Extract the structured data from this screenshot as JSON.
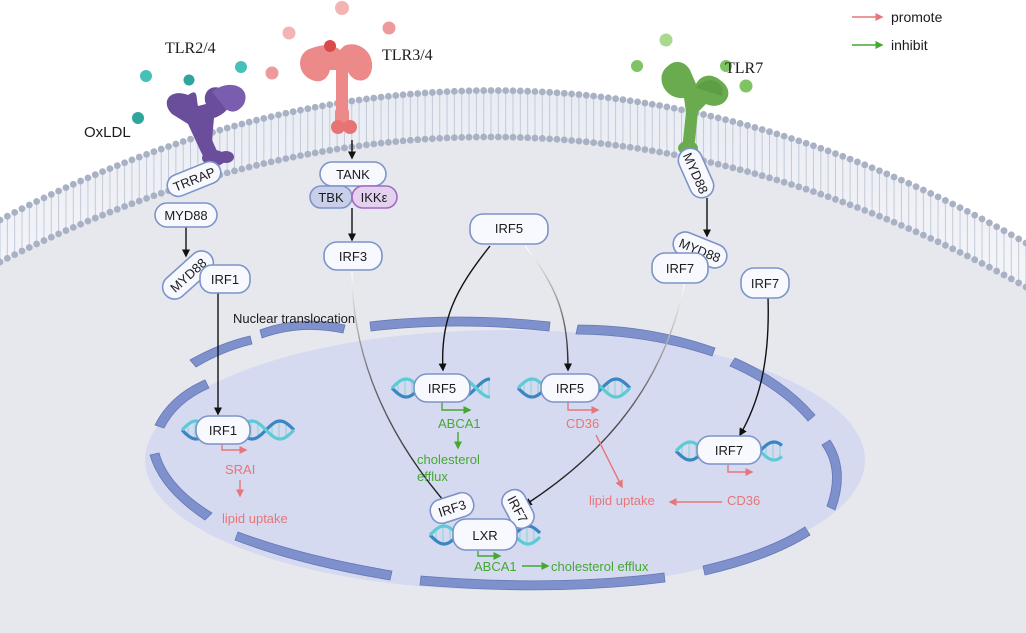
{
  "receptors": {
    "tlr24": "TLR2/4",
    "tlr34": "TLR3/4",
    "tlr7": "TLR7",
    "oxldl": "OxLDL"
  },
  "legend": {
    "promote": "promote",
    "inhibit": "inhibit",
    "promote_color": "#e6767a",
    "inhibit_color": "#45a832"
  },
  "cytoplasm": {
    "trrap": "TRRAP",
    "myd88_left": "MYD88",
    "myd88_irf1_left": "MYD88",
    "irf1_cyto": "IRF1",
    "tank": "TANK",
    "tbk": "TBK",
    "ikke": "IKKε",
    "irf3_cyto": "IRF3",
    "irf5_cyto": "IRF5",
    "myd88_right_top": "MYD88",
    "myd88_right_mid": "MYD88",
    "irf7_cyto_a": "IRF7",
    "irf7_cyto_b": "IRF7",
    "nuclear_translocation": "Nuclear translocation"
  },
  "nucleus": {
    "irf1": "IRF1",
    "srai": "SRAI",
    "lipid_uptake_left": "lipid uptake",
    "irf5_a": "IRF5",
    "abca1_top": "ABCA1",
    "chol_efflux_1": "cholesterol",
    "chol_efflux_2": "efflux",
    "irf5_b": "IRF5",
    "cd36_mid": "CD36",
    "lipid_uptake_right": "lipid uptake",
    "irf7_nuc": "IRF7",
    "cd36_right": "CD36",
    "irf3_nuc": "IRF3",
    "irf7_lxr": "IRF7",
    "lxr": "LXR",
    "abca1_bottom": "ABCA1",
    "chol_efflux_bottom": "cholesterol efflux"
  },
  "colors": {
    "membrane_head": "#a9b2c4",
    "cytoplasm": "#e7e8ee",
    "nucleus_fill": "#d6daf0",
    "nuclear_envelope": "#7f91cc",
    "box_stroke": "#7d94c9",
    "tlr24": "#6a4e9c",
    "tlr34": "#ec8a8a",
    "tlr7": "#6bab4f",
    "dna_dark": "#3b86c0",
    "dna_light": "#5ccbd6"
  }
}
